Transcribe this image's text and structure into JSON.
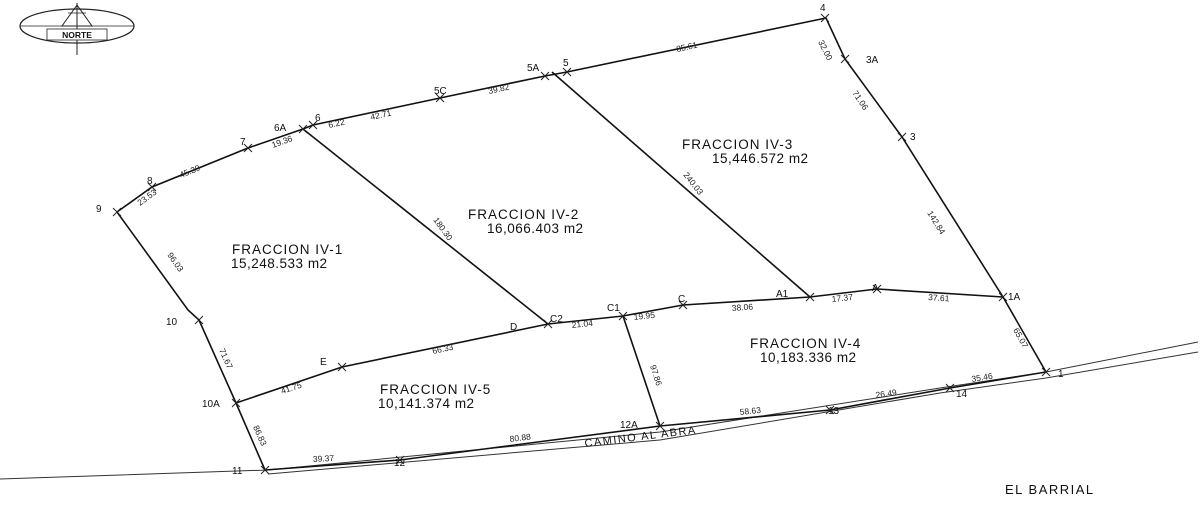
{
  "north": {
    "label": "NORTE"
  },
  "place": {
    "label": "EL BARRIAL"
  },
  "road": {
    "label": "CAMINO AL ABRA"
  },
  "fractions": [
    {
      "name": "FRACCION IV-1",
      "area": "15,248.533 m2"
    },
    {
      "name": "FRACCION IV-2",
      "area": "16,066.403 m2"
    },
    {
      "name": "FRACCION IV-3",
      "area": "15,446.572 m2"
    },
    {
      "name": "FRACCION IV-4",
      "area": "10,183.336 m2"
    },
    {
      "name": "FRACCION IV-5",
      "area": "10,141.374 m2"
    }
  ],
  "points": {
    "p4": "4",
    "p3A": "3A",
    "p3": "3",
    "p1A": "1A",
    "p1": "1",
    "p5": "5",
    "p5A": "5A",
    "p5C": "5C",
    "p6": "6",
    "p6A": "6A",
    "p7": "7",
    "p8": "8",
    "p9": "9",
    "p10": "10",
    "p10A": "10A",
    "p11": "11",
    "p12": "12",
    "p12A": "12A",
    "p13": "13",
    "p14": "14",
    "pA1": "A1",
    "pA": "A",
    "pC": "C",
    "pC1": "C1",
    "pC2": "C2",
    "pD": "D",
    "pE": "E"
  },
  "distances": {
    "d4_3A": "32.00",
    "d3A_3": "71.06",
    "d3_1A": "142.84",
    "d1A_1": "65.07",
    "d5_4": "85.61",
    "d5C_5": "39.82",
    "d6_5C": "42.71",
    "d6A_6": "6.22",
    "d7_6A": "19.36",
    "d8_7": "45.39",
    "d9_8": "23.53",
    "d9_10": "96.03",
    "d10_10A": "71.67",
    "d10A_11": "86.83",
    "d11_12": "39.37",
    "d12_12A": "80.88",
    "d12A_13": "58.63",
    "d13_14": "26.49",
    "d14_1": "35.46",
    "d1A_A": "37.61",
    "dA_A1": "17.37",
    "dA1_C": "38.06",
    "dC_C1": "19.95",
    "dC1_C2": "21.04",
    "dD_E": "66.33",
    "dE_10A": "41.75",
    "d5_A1": "240.03",
    "d6A_C2": "180.30",
    "dC1_12A": "97.86"
  }
}
